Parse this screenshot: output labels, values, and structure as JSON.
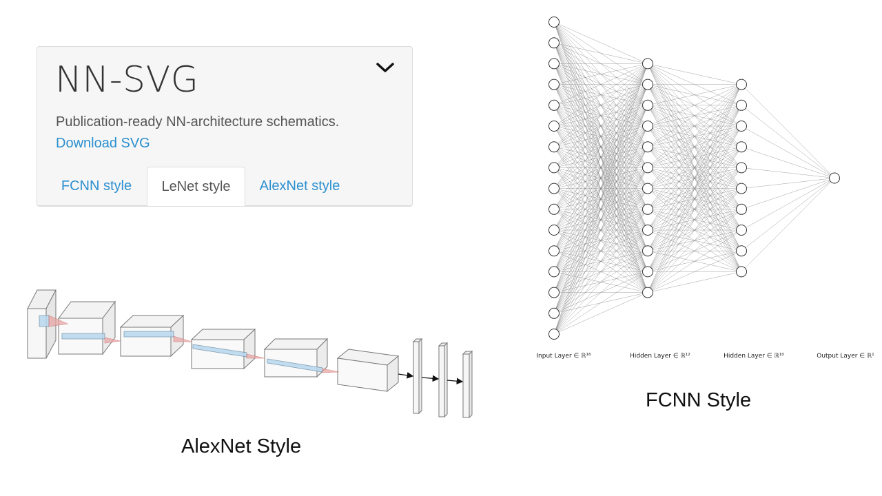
{
  "card": {
    "title": "NN-SVG",
    "tagline": "Publication-ready NN-architecture schematics.",
    "download_label": "Download SVG",
    "tabs": [
      {
        "label": "FCNN style",
        "active": false
      },
      {
        "label": "LeNet style",
        "active": true
      },
      {
        "label": "AlexNet style",
        "active": false
      }
    ],
    "toggle_icon": "chevron-down-icon"
  },
  "fcnn": {
    "layers": [
      {
        "label": "Input Layer ∈ ℝ¹⁶",
        "size": 16
      },
      {
        "label": "Hidden Layer ∈ ℝ¹²",
        "size": 12
      },
      {
        "label": "Hidden Layer ∈ ℝ¹⁰",
        "size": 10
      },
      {
        "label": "Output Layer ∈ ℝ¹",
        "size": 1
      }
    ],
    "caption": "FCNN Style"
  },
  "alexnet": {
    "caption": "AlexNet Style",
    "colors": {
      "conv_kernel": "#b8d8ee",
      "pyramid": "#e9a1a1"
    }
  }
}
